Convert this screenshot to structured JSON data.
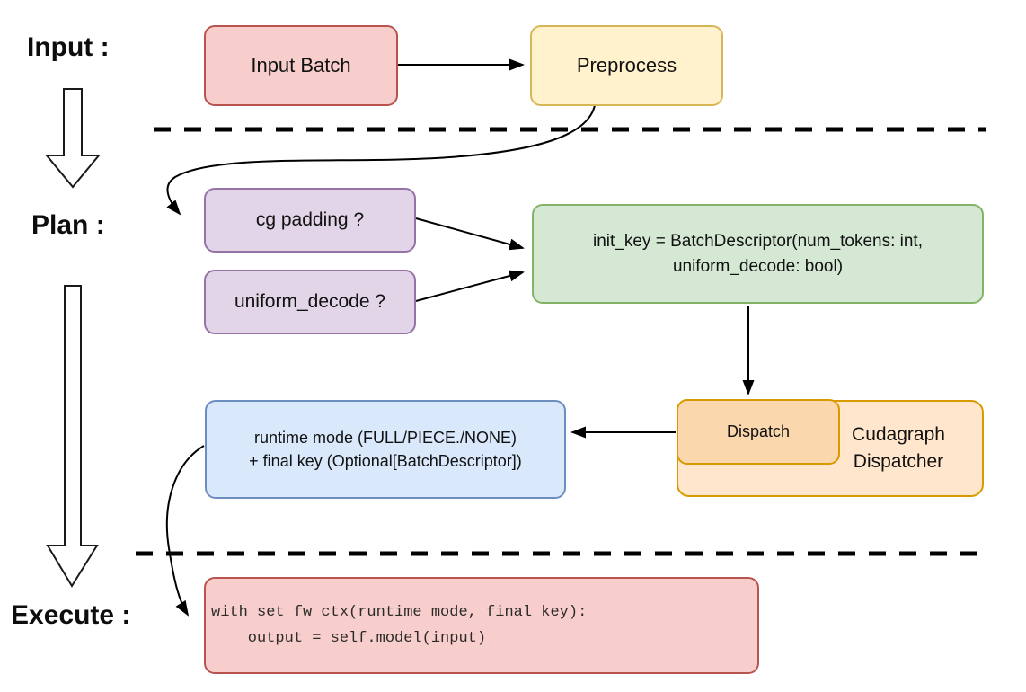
{
  "diagram": {
    "stages": {
      "input": {
        "label": "Input :"
      },
      "plan": {
        "label": "Plan :"
      },
      "execute": {
        "label": "Execute :"
      }
    },
    "nodes": {
      "input_batch": {
        "label": "Input Batch",
        "fill": "#F8CECC",
        "stroke": "#B85450"
      },
      "preprocess": {
        "label": "Preprocess",
        "fill": "#FFF2CC",
        "stroke": "#D6B656"
      },
      "cg_padding": {
        "label": "cg padding ?",
        "fill": "#E1D5E7",
        "stroke": "#9673A6"
      },
      "uniform_decode": {
        "label": "uniform_decode ?",
        "fill": "#E1D5E7",
        "stroke": "#9673A6"
      },
      "init_key": {
        "line1": "init_key = BatchDescriptor(num_tokens: int,",
        "line2": "uniform_decode: bool)",
        "fill": "#D5E8D4",
        "stroke": "#82B366"
      },
      "dispatch": {
        "label": "Dispatch",
        "fill": "#FAD7AC",
        "stroke": "#D79B00"
      },
      "cudagraph_dispatcher": {
        "line1": "Cudagraph",
        "line2": "Dispatcher",
        "fill": "#FFE6CC",
        "stroke": "#D79B00"
      },
      "runtime_mode": {
        "line1": "runtime mode (FULL/PIECE./NONE)",
        "line2": "+ final key (Optional[BatchDescriptor])",
        "fill": "#DAE8FC",
        "stroke": "#6C8EBF"
      },
      "execute_code": {
        "line1": "with set_fw_ctx(runtime_mode, final_key):",
        "line2": "    output = self.model(input)",
        "fill": "#F8CECC",
        "stroke": "#B85450"
      }
    },
    "connector_color": "#000000",
    "divider_color": "#000000"
  }
}
